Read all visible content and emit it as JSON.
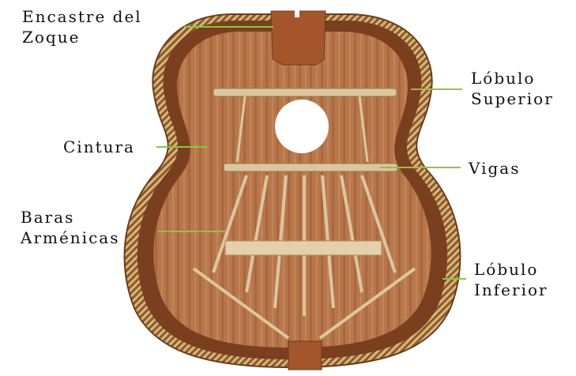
{
  "labels": {
    "encastre": {
      "line1": "Encastre del",
      "line2": "Zoque"
    },
    "lobulo_superior": {
      "line1": "Lóbulo",
      "line2": "Superior"
    },
    "cintura": "Cintura",
    "vigas": "Vigas",
    "barras": {
      "line1": "Baras",
      "line2": "Arménicas"
    },
    "lobulo_inferior": {
      "line1": "Lóbulo",
      "line2": "Inferior"
    }
  },
  "colors": {
    "leader_line": "#8cc63f",
    "binding": "#c9a46a",
    "side_wood": "#7a3f1e",
    "top_wood": "#b8774a",
    "top_grain": "#a9683d",
    "brace": "#dcc6a0",
    "block": "#a4552c",
    "soundhole": "#ffffff",
    "text": "#111111"
  }
}
